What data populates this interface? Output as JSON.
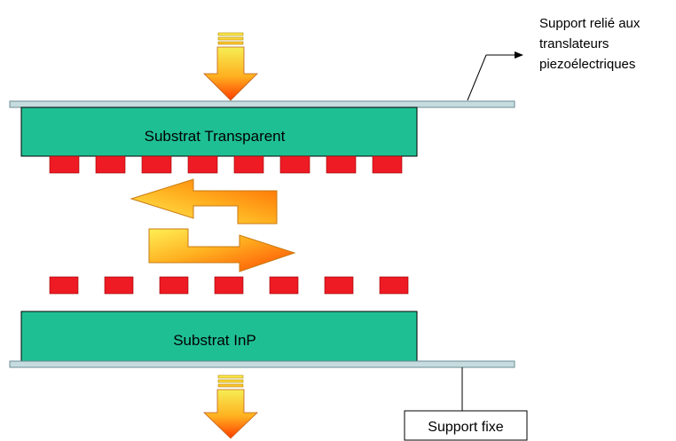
{
  "labels": {
    "top_support_line1": "Support relié aux",
    "top_support_line2": "translateurs",
    "top_support_line3": "piezoélectriques",
    "top_substrate": "Substrat Transparent",
    "bottom_substrate": "Substrat InP",
    "bottom_support": "Support fixe"
  },
  "colors": {
    "support_plate": "#c6dcdf",
    "substrate": "#1fbf94",
    "pad": "#ee1b24",
    "arrow_top": "#f5ee54",
    "arrow_bottom": "#ff3c00",
    "curve_light": "#ffe94a",
    "curve_dark": "#ff5a00"
  },
  "counts": {
    "top_pads": 8,
    "bottom_pads": 7
  }
}
